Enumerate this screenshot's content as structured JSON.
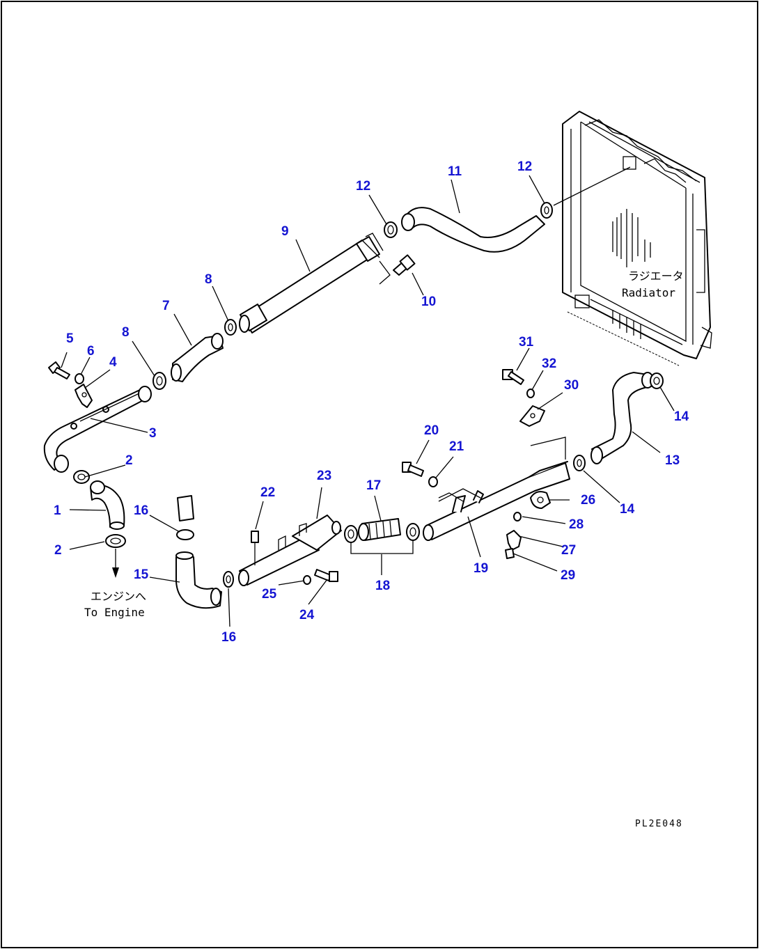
{
  "diagram": {
    "code": "PL2E048",
    "radiator_label_jp": "ラジエータ",
    "radiator_label_en": "Radiator",
    "engine_label_jp": "エンジンへ",
    "engine_label_en": "To Engine",
    "callouts": [
      "1",
      "2",
      "2",
      "3",
      "4",
      "5",
      "6",
      "7",
      "8",
      "8",
      "9",
      "10",
      "11",
      "12",
      "12",
      "13",
      "14",
      "14",
      "15",
      "16",
      "16",
      "17",
      "18",
      "19",
      "20",
      "21",
      "22",
      "23",
      "24",
      "25",
      "26",
      "27",
      "28",
      "29",
      "30",
      "31",
      "32"
    ]
  }
}
